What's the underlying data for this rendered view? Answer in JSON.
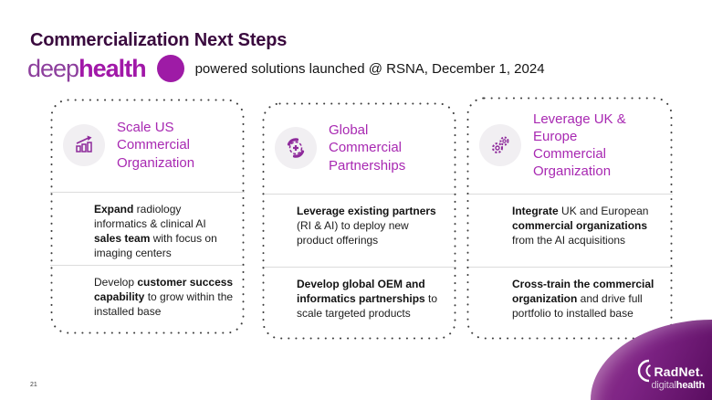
{
  "slide": {
    "title": "Commercialization Next Steps"
  },
  "header_logo": {
    "deep": "deep",
    "health": "health",
    "dot_color": "#9e1ba6",
    "tagline": "powered solutions launched @ RSNA, December 1, 2024"
  },
  "cards": [
    {
      "icon": "growth-chart-icon",
      "title": "Scale US Commercial Organization",
      "bullets": [
        {
          "segments": [
            {
              "t": "Expand",
              "bold": true
            },
            {
              "t": " radiology informatics & clinical AI ",
              "bold": false
            },
            {
              "t": "sales team",
              "bold": true
            },
            {
              "t": " with focus on imaging centers",
              "bold": false
            }
          ]
        },
        {
          "segments": [
            {
              "t": "Develop ",
              "bold": false
            },
            {
              "t": "customer success capability",
              "bold": true
            },
            {
              "t": " to grow within the installed base",
              "bold": false
            }
          ]
        }
      ]
    },
    {
      "icon": "hands-cross-icon",
      "title": "Global Commercial Partnerships",
      "bullets": [
        {
          "segments": [
            {
              "t": "Leverage existing partners",
              "bold": true
            },
            {
              "t": " (RI & AI) to deploy new product offerings",
              "bold": false
            }
          ]
        },
        {
          "segments": [
            {
              "t": "Develop global OEM and informatics partnerships",
              "bold": true
            },
            {
              "t": " to scale targeted products",
              "bold": false
            }
          ]
        }
      ]
    },
    {
      "icon": "gears-icon",
      "title": "Leverage UK & Europe Commercial Organization",
      "bullets": [
        {
          "segments": [
            {
              "t": "Integrate",
              "bold": true
            },
            {
              "t": " UK and European ",
              "bold": false
            },
            {
              "t": "commercial organizations",
              "bold": true
            },
            {
              "t": " from the AI acquisitions",
              "bold": false
            }
          ]
        },
        {
          "segments": [
            {
              "t": "Cross-train the commercial organization",
              "bold": true
            },
            {
              "t": " and drive full portfolio to installed base",
              "bold": false
            }
          ]
        }
      ]
    }
  ],
  "footer": {
    "page_number": "21",
    "brand": {
      "radnet": "RadNet.",
      "digital": "digital",
      "health": "health"
    }
  },
  "colors": {
    "title_dark_purple": "#3a0a3e",
    "card_heading_magenta": "#a829b2",
    "logo_magenta": "#a118a8",
    "icon_purple": "#8e2a9b",
    "corner_purple": "#7d2384"
  }
}
